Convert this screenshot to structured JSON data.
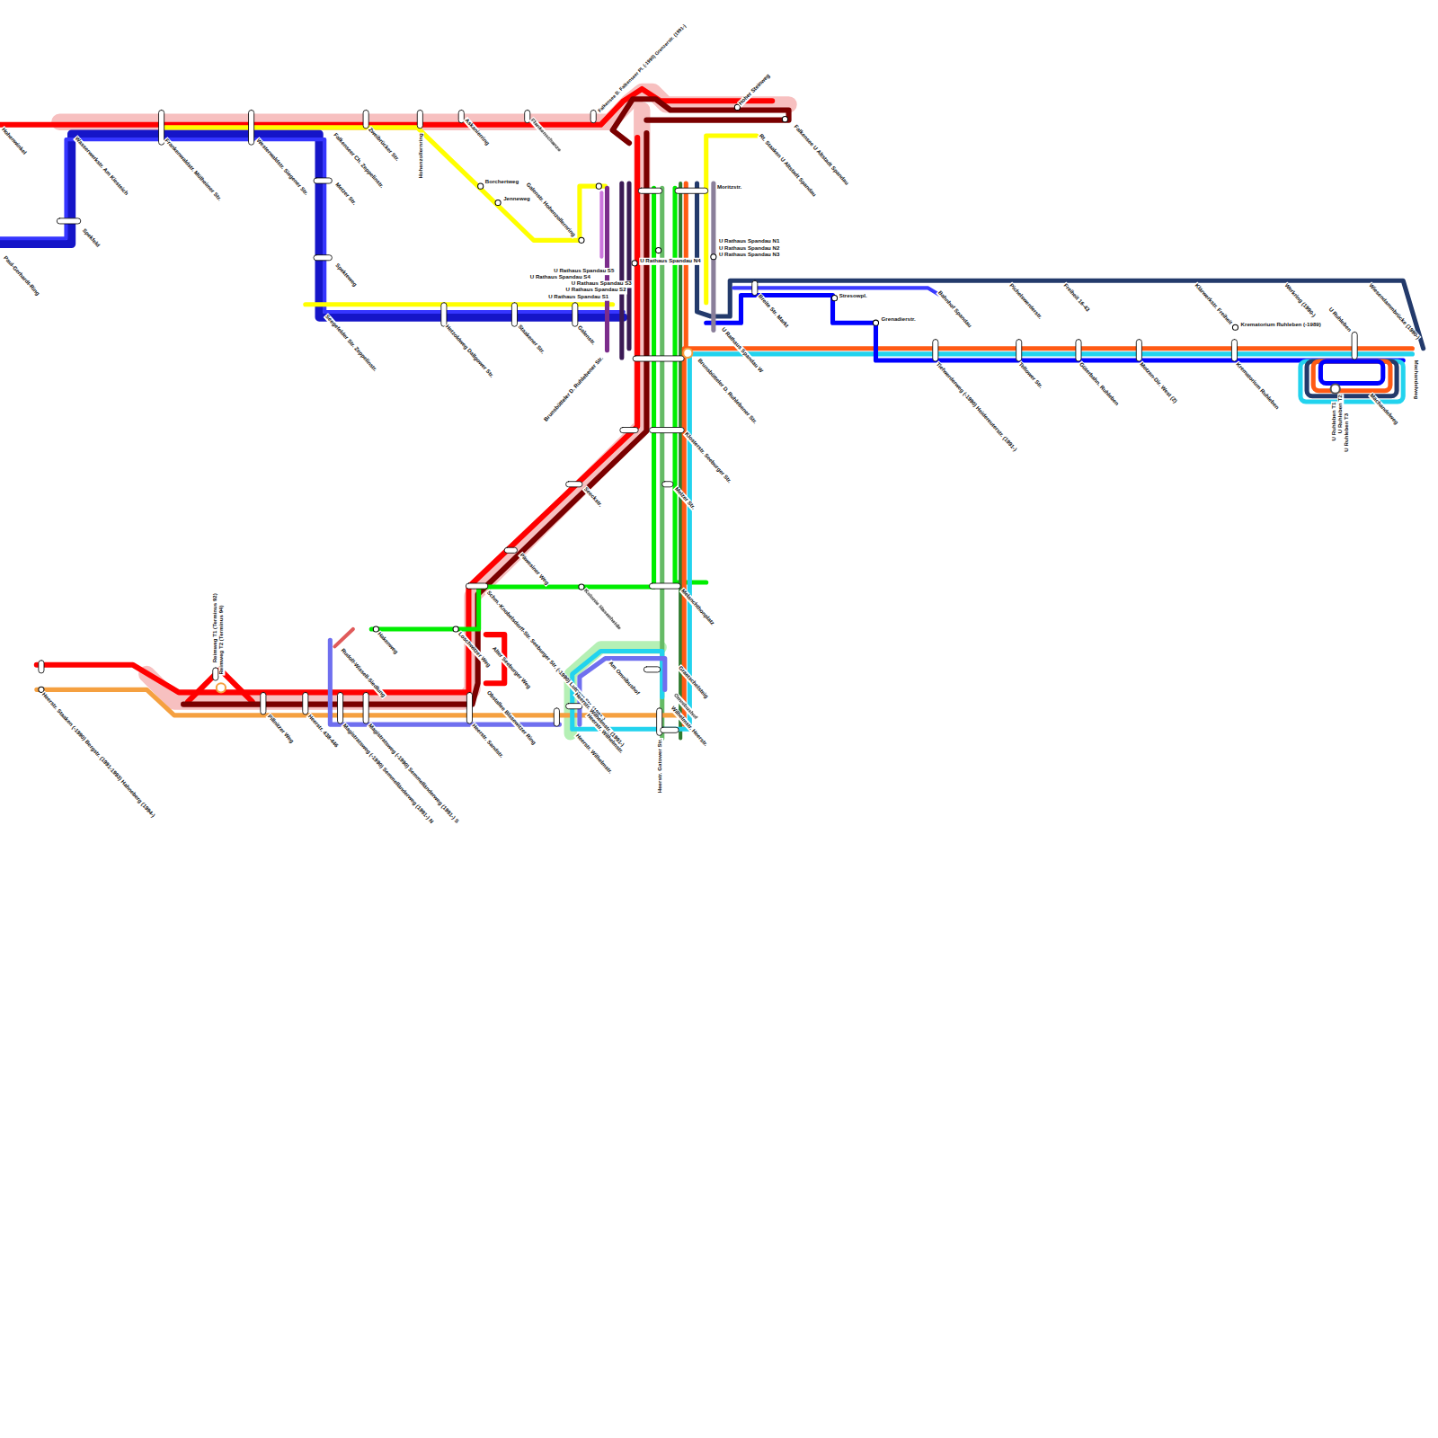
{
  "diagram": {
    "labels": [
      "Hohenwinkel",
      "Wasserwerkstr. Am Kiesteich",
      "Spekfeld",
      "Paul-Gerhardt-Ring",
      "Frankenwaldstr. Mülheimer Str.",
      "Westerwaldstr. Siegener Str.",
      "Falkenseer Ch. Zeppelinstr.",
      "Zweibrücker Str.",
      "Hohenzollernring",
      "Askanierring",
      "Flankenschanze",
      "Falkensee D. Falkenseer Pl. (-1990) Grenzerstr. (1991-)",
      "Hoher Steinweg",
      "Rt. Staaken U Altstadt Spandau",
      "Falkensee U Altstadt Spandau",
      "Metzer Str.",
      "Spekteweg",
      "Borchertweg",
      "Jenneweg",
      "Galenstr. Hohenzollernring",
      "Moritzstr.",
      "U Rathaus Spandau N1",
      "U Rathaus Spandau N2",
      "U Rathaus Spandau N3",
      "U Rathaus Spandau N4",
      "U Rathaus Spandau S5",
      "U Rathaus Spandau S4",
      "U Rathaus Spandau S3",
      "U Rathaus Spandau S2",
      "U Rathaus Spandau S1",
      "Seegefelder Str. Zeppelinstr.",
      "Hetzoldweg Dallgower Str.",
      "Staakener Str.",
      "Galenstr.",
      "Brunsbütteler D. Ruhlebener Str.",
      "U Rathaus Spandau W",
      "Brunsbütteler D. Ruhlebener Str.",
      "Breite Str. Markt",
      "Stresowpl.",
      "Grenadierstr.",
      "Bahnhof Spandau",
      "Pichelswerderstr.",
      "Freiheit 16-43",
      "Klärwerkstr. Freiheit",
      "Werkring (1990-)",
      "Wiesendammbrücke (1990-)",
      "U Ruhleben",
      "Krematorium Ruhleben (-1989)",
      "Tiefwerderweg (-1990) Heidereuterstr. (1991-)",
      "Teltower Str.",
      "Güterbahn. Ruhleben",
      "Motzen-Dir. West (2)",
      "Krematorium Ruhleben",
      "Machandelweg",
      "Machandelweg",
      "U Ruhleben T1",
      "U Ruhleben T2",
      "U Ruhleben T3",
      "Klosterstr. Seeburger Str.",
      "Seeckstr.",
      "Melzer Str.",
      "Päwesiner Weg",
      "Kolonie Hasenheide",
      "Melanchthonplatz",
      "Schm.-Knobelsdorff-Str. Seeburger Str. (-1990) Lutoner Str. (1991-)",
      "Hakenweg",
      "Loschwitzer Weg",
      "Alter Seeburger Weg",
      "Obstallee Blasewitzer Ring",
      "Rudolf-Wissell-Siedlung",
      "Reimweg T1 (Terminus 92)",
      "Reimweg T2 (Terminus 94)",
      "Heerstr. Staaken (-1990) Bergstr. (1991-1993) Hahneberg (1994-)",
      "Pillnitzer Weg",
      "Heerstr. 438-446",
      "Magistratsweg (-1990) Semmelländerweg (1991-) N",
      "Magistratsweg (-1990) Semmelländerweg (1991-) S",
      "Heerstr. Sandstr.",
      "Am Omnibushof",
      "Heerstr. Wilhelmstr. (1991-)",
      "Heerstr. Wilhelmstr.",
      "Heerstr. Wilhelmstr.",
      "Graetschelsteig",
      "Omnibushof",
      "Wilhelmstr. Heerstr.",
      "Heerstr. Gatower Str."
    ]
  }
}
